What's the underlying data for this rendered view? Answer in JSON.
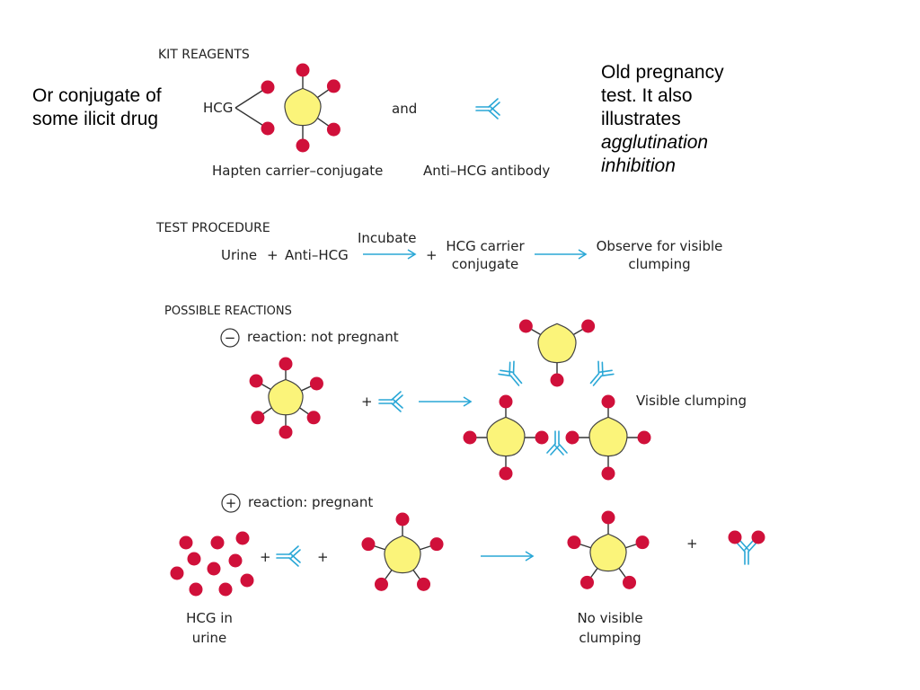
{
  "side_note_left": "Or conjugate of some ilicit drug",
  "side_note_right": {
    "line1": "Old pregnancy test.  It also illustrates",
    "line2": "agglutination inhibition"
  },
  "kit_reagents": {
    "heading": "KIT REAGENTS",
    "hcg_label": "HCG",
    "and_label": "and",
    "conjugate_caption": "Hapten carrier–conjugate",
    "antibody_caption": "Anti–HCG antibody"
  },
  "test_procedure": {
    "heading": "TEST PROCEDURE",
    "urine": "Urine",
    "plus": "+",
    "anti_hcg": "Anti–HCG",
    "incubate": "Incubate",
    "conjugate": "HCG carrier conjugate",
    "observe": "Observe for visible clumping"
  },
  "possible_reactions": {
    "heading": "POSSIBLE REACTIONS",
    "negative_sign": "−",
    "negative_label": "reaction: not pregnant",
    "visible_clumping": "Visible clumping",
    "positive_sign": "+",
    "positive_label": "reaction: pregnant",
    "hcg_in_urine": "HCG in urine",
    "no_visible_clumping": "No visible clumping",
    "plus": "+"
  },
  "colors": {
    "carrier_fill": "#fbf47a",
    "carrier_stroke": "#444444",
    "hapten": "#d0103a",
    "antibody": "#2aa7d6",
    "arrow": "#2aa7d6"
  }
}
